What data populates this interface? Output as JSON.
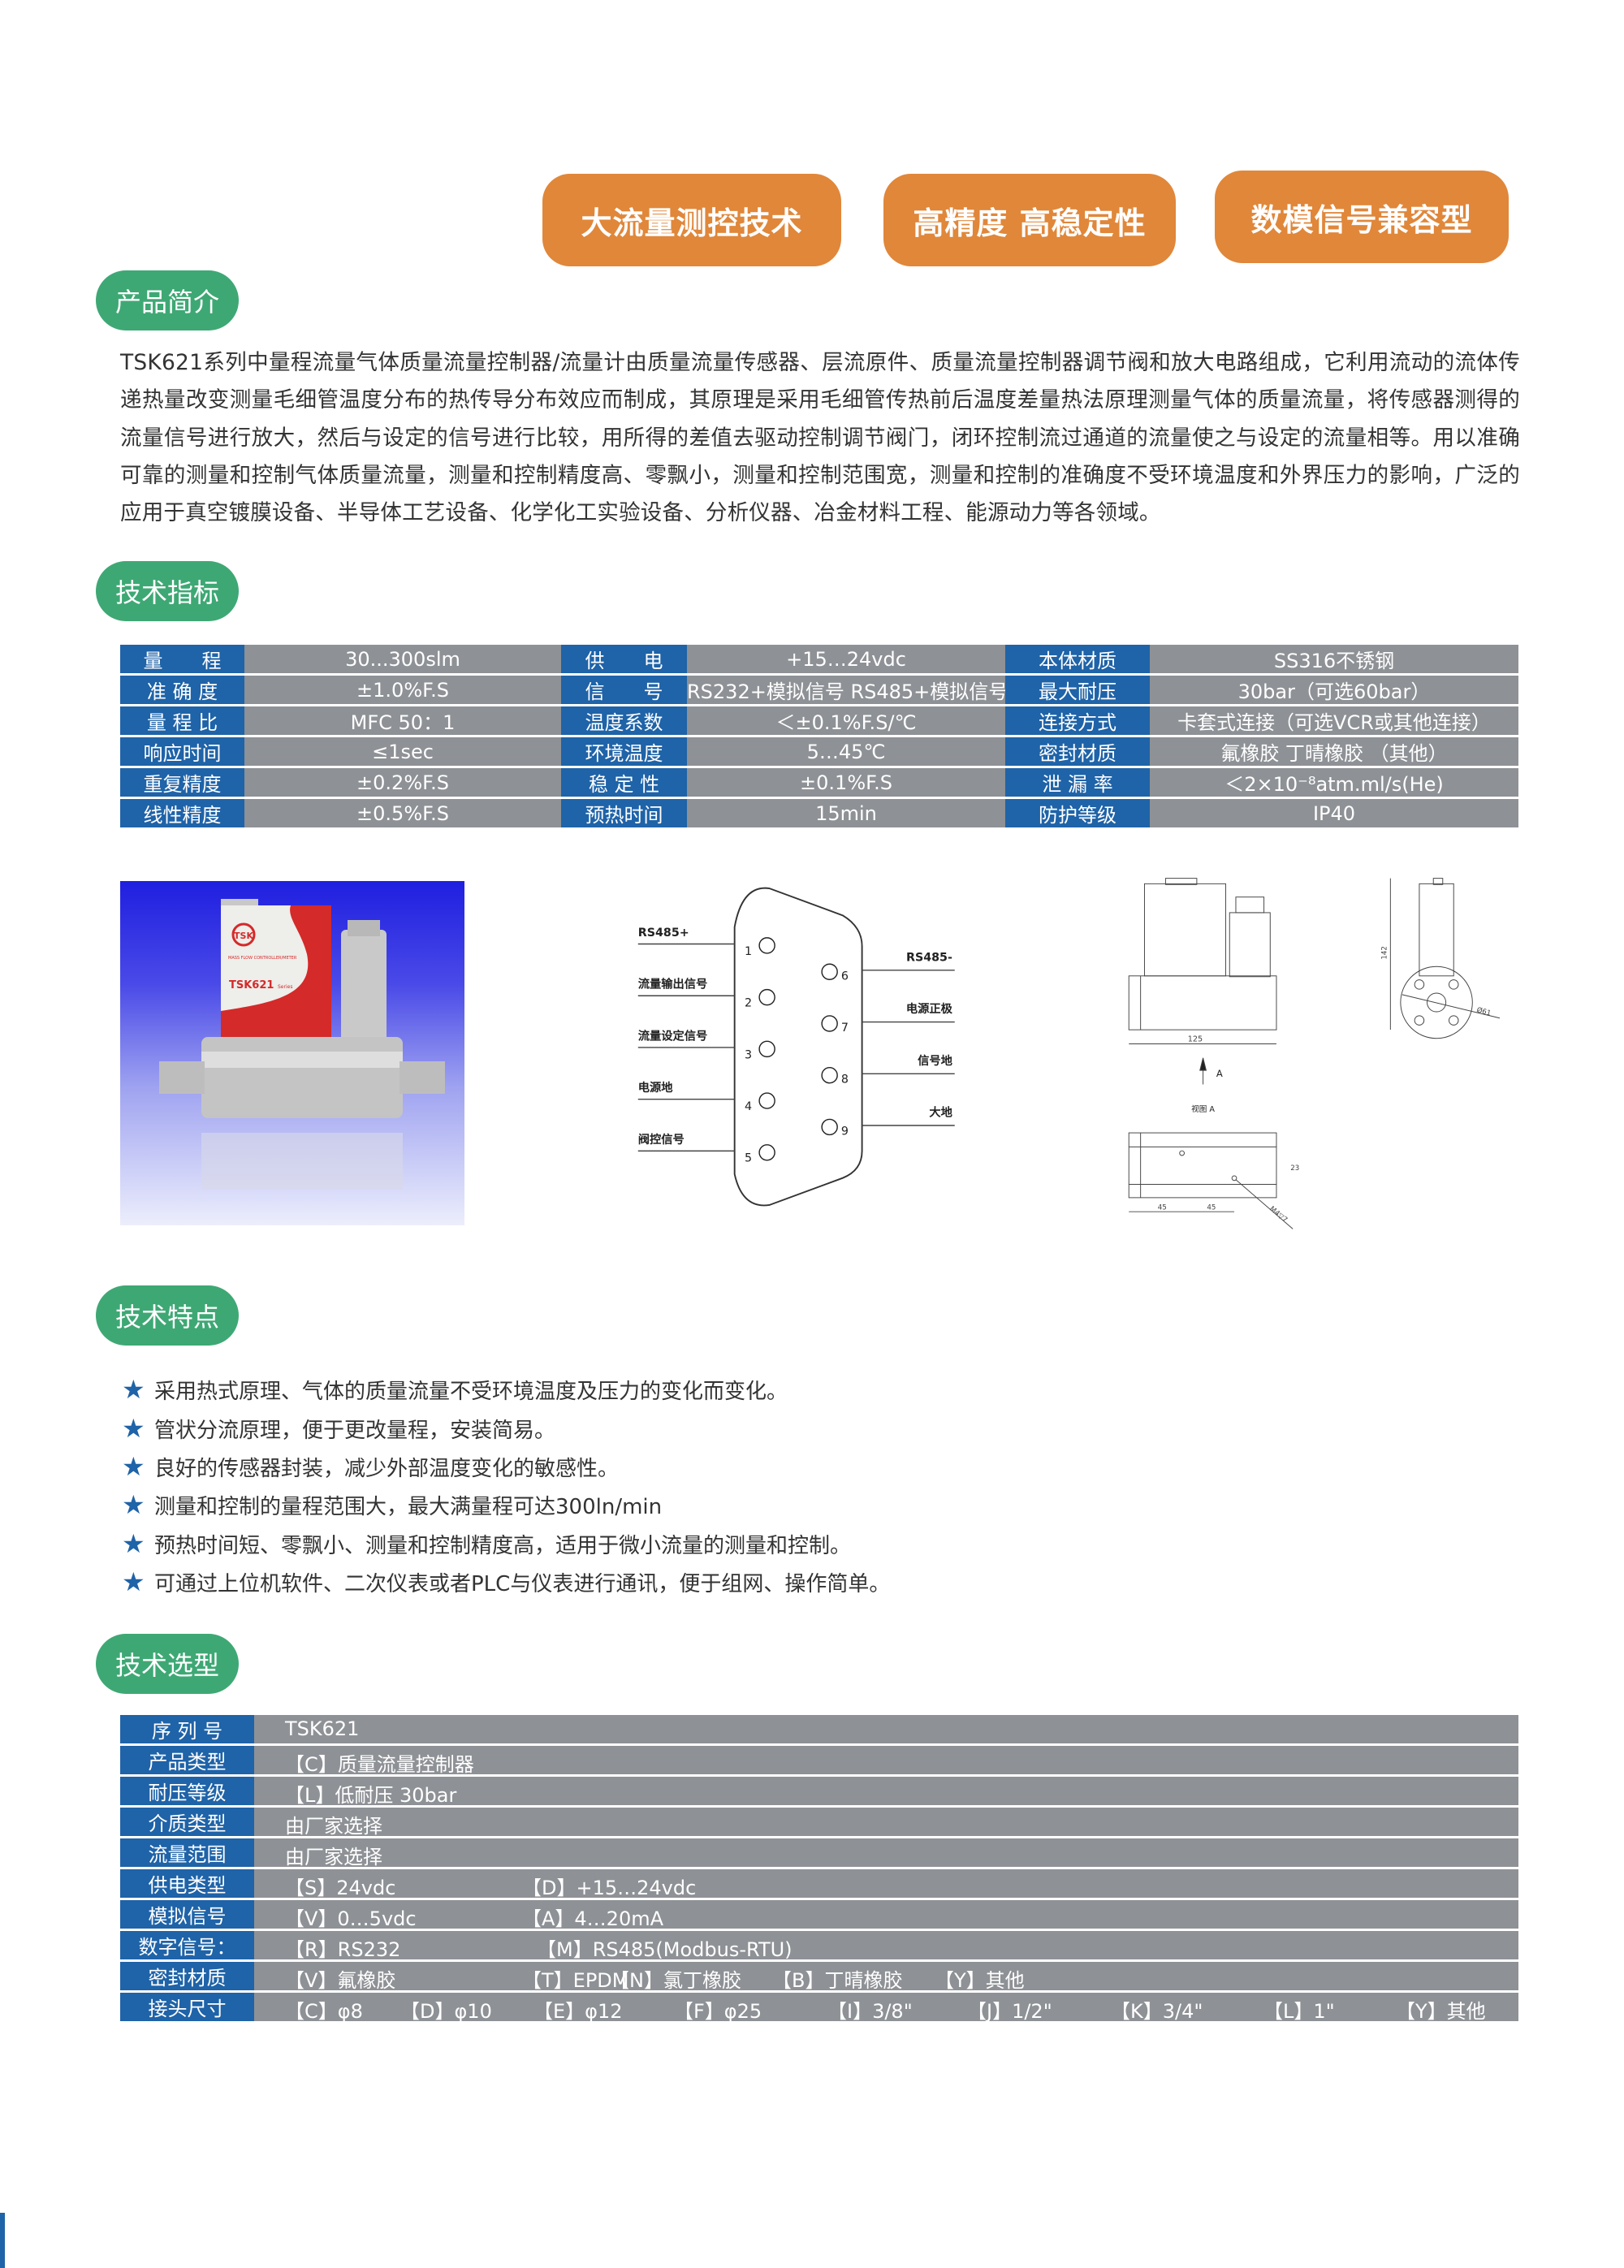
{
  "highlights": [
    "大流量测控技术",
    "高精度 高稳定性",
    "数模信号兼容型"
  ],
  "sections": {
    "intro": "产品简介",
    "specs": "技术指标",
    "features": "技术特点",
    "selection": "技术选型"
  },
  "intro_text": "TSK621系列中量程流量气体质量流量控制器/流量计由质量流量传感器、层流原件、质量流量控制器调节阀和放大电路组成，它利用流动的流体传递热量改变测量毛细管温度分布的热传导分布效应而制成，其原理是采用毛细管传热前后温度差量热法原理测量气体的质量流量，将传感器测得的流量信号进行放大，然后与设定的信号进行比较，用所得的差值去驱动控制调节阀门，闭环控制流过通道的流量使之与设定的流量相等。用以准确可靠的测量和控制气体质量流量，测量和控制精度高、零飘小，测量和控制范围宽，测量和控制的准确度不受环境温度和外界压力的影响，广泛的应用于真空镀膜设备、半导体工艺设备、化学化工实验设备、分析仪器、冶金材料工程、能源动力等各领域。",
  "spec_rows": [
    [
      "量　　程",
      "30...300slm",
      "供　　电",
      "+15…24vdc",
      "本体材质",
      "SS316不锈钢"
    ],
    [
      "准 确 度",
      "±1.0%F.S",
      "信　　号",
      "RS232+模拟信号 RS485+模拟信号",
      "最大耐压",
      "30bar（可选60bar）"
    ],
    [
      "量 程 比",
      "MFC 50：1",
      "温度系数",
      "＜±0.1%F.S/℃",
      "连接方式",
      "卡套式连接（可选VCR或其他连接）"
    ],
    [
      "响应时间",
      "≤1sec",
      "环境温度",
      "5…45℃",
      "密封材质",
      "氟橡胶 丁晴橡胶 （其他）"
    ],
    [
      "重复精度",
      "±0.2%F.S",
      "稳 定 性",
      "±0.1%F.S",
      "泄 漏 率",
      "＜2×10⁻⁸atm.ml/s(He)"
    ],
    [
      "线性精度",
      "±0.5%F.S",
      "预热时间",
      "15min",
      "防护等级",
      "IP40"
    ]
  ],
  "product_photo": {
    "model": "TSK621",
    "series": "Series",
    "subtitle": "MASS FLOW CONTROLLER/METER",
    "logo": "TSK"
  },
  "connector": {
    "left": [
      {
        "pin": "1",
        "label": "RS485+"
      },
      {
        "pin": "2",
        "label": "流量输出信号"
      },
      {
        "pin": "3",
        "label": "流量设定信号"
      },
      {
        "pin": "4",
        "label": "电源地"
      },
      {
        "pin": "5",
        "label": "阀控信号"
      }
    ],
    "right": [
      {
        "pin": "6",
        "label": "RS485-"
      },
      {
        "pin": "7",
        "label": "电源正极"
      },
      {
        "pin": "8",
        "label": "信号地"
      },
      {
        "pin": "9",
        "label": "大地"
      }
    ]
  },
  "drawing": {
    "width": "125",
    "height": "142",
    "diameter": "Ø61",
    "arrow_label": "A",
    "view_label": "视图 A",
    "offset1": "45",
    "offset2": "45",
    "spacing": "23",
    "thread": "M4▽7"
  },
  "features": [
    "采用热式原理、气体的质量流量不受环境温度及压力的变化而变化。",
    "管状分流原理，便于更改量程，安装简易。",
    "良好的传感器封装，减少外部温度变化的敏感性。",
    "测量和控制的量程范围大，最大满量程可达300ln/min",
    "预热时间短、零飘小、测量和控制精度高，适用于微小流量的测量和控制。",
    "可通过上位机软件、二次仪表或者PLC与仪表进行通讯，便于组网、操作简单。"
  ],
  "selection_rows": [
    {
      "label": "序 列 号",
      "options": [
        "TSK621"
      ]
    },
    {
      "label": "产品类型",
      "options": [
        "【C】质量流量控制器"
      ]
    },
    {
      "label": "耐压等级",
      "options": [
        "【L】低耐压 30bar"
      ]
    },
    {
      "label": "介质类型",
      "options": [
        "由厂家选择"
      ]
    },
    {
      "label": "流量范围",
      "options": [
        "由厂家选择"
      ]
    },
    {
      "label": "供电类型",
      "options": [
        "【S】24vdc",
        "【D】+15…24vdc"
      ]
    },
    {
      "label": "模拟信号",
      "options": [
        "【V】0…5vdc",
        "【A】4…20mA"
      ]
    },
    {
      "label": "数字信号：",
      "options": [
        "【R】RS232",
        "【M】RS485(Modbus-RTU)"
      ]
    },
    {
      "label": "密封材质",
      "options": [
        "【V】氟橡胶",
        "【T】EPDM",
        "【N】氯丁橡胶",
        "【B】丁晴橡胶",
        "【Y】其他"
      ]
    },
    {
      "label": "接头尺寸",
      "options": [
        "【C】φ8",
        "【D】φ10",
        "【E】φ12",
        "【F】φ25",
        "【I】3/8\"",
        "【J】1/2\"",
        "【K】3/4\"",
        "【L】1\"",
        "【Y】其他"
      ]
    }
  ],
  "colors": {
    "accent_orange": "#e0873a",
    "section_green": "#3ea874",
    "label_blue": "#1f63a8",
    "value_gray": "#8e9195"
  }
}
